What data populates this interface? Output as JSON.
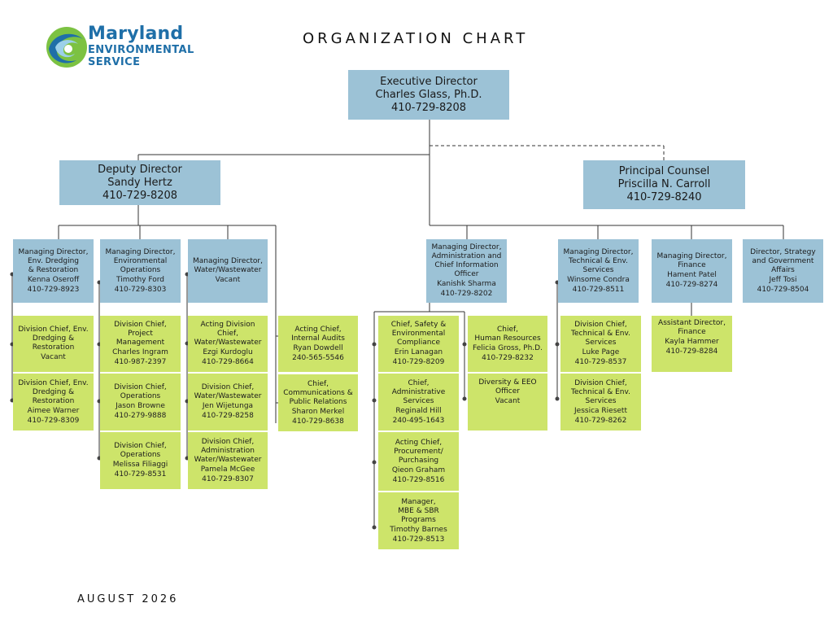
{
  "logo": {
    "line1": "Maryland",
    "line2": "ENVIRONMENTAL",
    "line3": "SERVICE"
  },
  "title": "ORGANIZATION CHART",
  "footer": "AUGUST 2026",
  "colors": {
    "blue_box": "#9cc2d6",
    "green_box": "#cde46a",
    "logo_blue": "#1f6fa8",
    "logo_green": "#7cc242",
    "line": "#333333"
  },
  "nodes": {
    "exec": {
      "title": "Executive Director",
      "name": "Charles Glass, Ph.D.",
      "phone": "410-729-8208"
    },
    "deputy": {
      "title": "Deputy Director",
      "name": "Sandy Hertz",
      "phone": "410-729-8208"
    },
    "counsel": {
      "title": "Principal Counsel",
      "name": "Priscilla N. Carroll",
      "phone": "410-729-8240"
    },
    "md_dredging": {
      "title": "Managing Director,\nEnv. Dredging\n& Restoration",
      "name": "Kenna Oseroff",
      "phone": "410-729-8923"
    },
    "md_envops": {
      "title": "Managing Director,\nEnvironmental\nOperations",
      "name": "Timothy Ford",
      "phone": "410-729-8303"
    },
    "md_water": {
      "title": "Managing Director,\nWater/Wastewater",
      "name": "Vacant",
      "phone": ""
    },
    "md_admin": {
      "title": "Managing Director,\nAdministration and\nChief Information\nOfficer",
      "name": "Kanishk Sharma",
      "phone": "410-729-8202"
    },
    "md_tech": {
      "title": "Managing Director,\nTechnical & Env.\nServices",
      "name": "Winsome Condra",
      "phone": "410-729-8511"
    },
    "md_finance": {
      "title": "Managing Director,\nFinance",
      "name": "Hament Patel",
      "phone": "410-729-8274"
    },
    "dir_strategy": {
      "title": "Director, Strategy\nand Government\nAffairs",
      "name": "Jeff Tosi",
      "phone": "410-729-8504"
    },
    "dc_dredge1": {
      "title": "Division Chief, Env.\nDredging &\nRestoration",
      "name": "Vacant",
      "phone": ""
    },
    "dc_dredge2": {
      "title": "Division Chief, Env.\nDredging &\nRestoration",
      "name": "Aimee Warner",
      "phone": "410-729-8309"
    },
    "dc_pm": {
      "title": "Division Chief,\nProject\nManagement",
      "name": "Charles Ingram",
      "phone": "410-987-2397"
    },
    "dc_ops1": {
      "title": "Division Chief,\nOperations",
      "name": "Jason Browne",
      "phone": "410-279-9888"
    },
    "dc_ops2": {
      "title": "Division Chief,\nOperations",
      "name": "Melissa Filiaggi",
      "phone": "410-729-8531"
    },
    "dc_water1": {
      "title": "Acting Division Chief,\nWater/Wastewater",
      "name": "Ezgi Kurdoglu",
      "phone": "410-729-8664"
    },
    "dc_water2": {
      "title": "Division Chief,\nWater/Wastewater",
      "name": "Jen Wijetunga",
      "phone": "410-729-8258"
    },
    "dc_water3": {
      "title": "Division Chief,\nAdministration\nWater/Wastewater",
      "name": "Pamela McGee",
      "phone": "410-729-8307"
    },
    "audits": {
      "title": "Acting Chief,\nInternal Audits",
      "name": "Ryan Dowdell",
      "phone": "240-565-5546"
    },
    "comms": {
      "title": "Chief,\nCommunications &\nPublic Relations",
      "name": "Sharon Merkel",
      "phone": "410-729-8638"
    },
    "safety": {
      "title": "Chief, Safety &\nEnvironmental\nCompliance",
      "name": "Erin Lanagan",
      "phone": "410-729-8209"
    },
    "admin_svcs": {
      "title": "Chief,\nAdministrative\nServices",
      "name": "Reginald Hill",
      "phone": "240-495-1643"
    },
    "procurement": {
      "title": "Acting Chief,\nProcurement/\nPurchasing",
      "name": "Qieon Graham",
      "phone": "410-729-8516"
    },
    "mbe": {
      "title": "Manager,\nMBE & SBR\nPrograms",
      "name": "Timothy Barnes",
      "phone": "410-729-8513"
    },
    "hr": {
      "title": "Chief,\nHuman Resources",
      "name": "Felicia Gross, Ph.D.",
      "phone": "410-729-8232"
    },
    "eeo": {
      "title": "Diversity & EEO\nOfficer",
      "name": "Vacant",
      "phone": ""
    },
    "dc_tech1": {
      "title": "Division Chief,\nTechnical & Env.\nServices",
      "name": "Luke Page",
      "phone": "410-729-8537"
    },
    "dc_tech2": {
      "title": "Division Chief,\nTechnical & Env.\nServices",
      "name": "Jessica Riesett",
      "phone": "410-729-8262"
    },
    "asst_fin": {
      "title": "Assistant Director,\nFinance",
      "name": "Kayla Hammer",
      "phone": "410-729-8284"
    }
  }
}
